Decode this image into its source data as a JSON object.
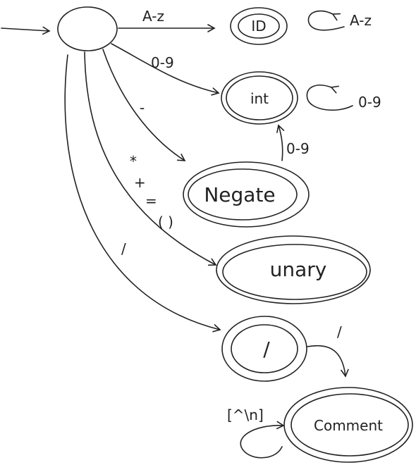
{
  "diagram": {
    "states": {
      "start": {
        "label": ""
      },
      "id": {
        "label": "ID"
      },
      "int": {
        "label": "int"
      },
      "negate": {
        "label": "Negate"
      },
      "unary": {
        "label": "unary"
      },
      "slash": {
        "label": "/"
      },
      "comment": {
        "label": "Comment"
      }
    },
    "edges": {
      "start_to_id": "A-z",
      "id_loop": "A-z",
      "start_to_int": "0-9",
      "int_loop": "0-9",
      "negate_to_int": "0-9",
      "start_to_negate": "-",
      "start_to_unary": [
        "*",
        "+",
        "=",
        "( )"
      ],
      "start_to_slash": "/",
      "slash_to_comment": "/",
      "comment_loop": "[^\\n]"
    }
  }
}
